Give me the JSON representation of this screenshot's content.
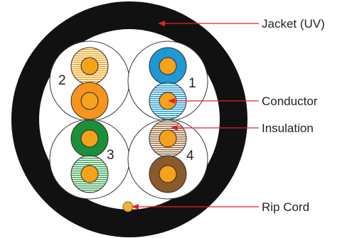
{
  "labels": {
    "jacket": "Jacket (UV)",
    "conductor": "Conductor",
    "insulation": "Insulation",
    "rip_cord": "Rip Cord"
  },
  "pairs": [
    {
      "number": "1",
      "solid_color": "#1d9ad6",
      "stripe_color": "#1d9ad6"
    },
    {
      "number": "2",
      "solid_color": "#f7941d",
      "stripe_color": "#f7941d"
    },
    {
      "number": "3",
      "solid_color": "#1b8f3a",
      "stripe_color": "#1b8f3a"
    },
    {
      "number": "4",
      "solid_color": "#8b5a2b",
      "stripe_color": "#8b5a2b"
    }
  ],
  "colors": {
    "jacket": "#111111",
    "conductor": "#f7a21b",
    "leader_line": "#e2202a",
    "rip_cord": "#f2b233"
  }
}
